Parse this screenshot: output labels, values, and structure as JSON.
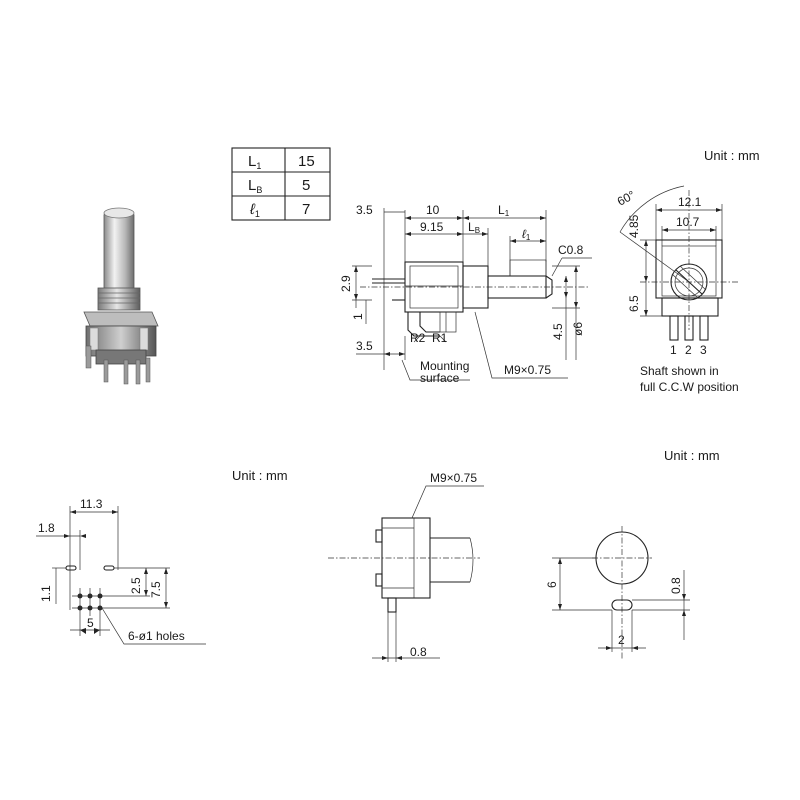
{
  "table": {
    "rows": [
      {
        "key": "L",
        "sub": "1",
        "value": "15"
      },
      {
        "key": "L",
        "sub": "B",
        "value": "5"
      },
      {
        "key": "ℓ",
        "sub": "1",
        "value": "7"
      }
    ]
  },
  "unit_labels": {
    "top_right": "Unit : mm",
    "mid_left": "Unit : mm",
    "mid_right": "Unit : mm"
  },
  "side_view": {
    "dim_3_5_top": "3.5",
    "dim_10": "10",
    "dim_L1": "L",
    "dim_L1_sub": "1",
    "dim_9_15": "9.15",
    "dim_LB": "L",
    "dim_LB_sub": "B",
    "dim_l1": "ℓ",
    "dim_l1_sub": "1",
    "dim_c0_8": "C0.8",
    "dim_2_9": "2.9",
    "dim_1": "1",
    "dim_4_5": "4.5",
    "dim_phi6": "ø6",
    "dim_3_5_bottom": "3.5",
    "label_r2": "R2",
    "label_r1": "R1",
    "label_mounting_1": "Mounting",
    "label_mounting_2": "surface",
    "label_thread": "M9×0.75"
  },
  "front_view": {
    "angle": "60°",
    "dim_12_1": "12.1",
    "dim_10_7": "10.7",
    "dim_4_85": "4.85",
    "dim_6_5": "6.5",
    "pins": [
      "1",
      "2",
      "3"
    ],
    "note_line1": "Shaft shown in",
    "note_line2": "full C.C.W position"
  },
  "pcb_layout": {
    "dim_11_3": "11.3",
    "dim_1_8": "1.8",
    "dim_1_1": "1.1",
    "dim_2_5": "2.5",
    "dim_7_5": "7.5",
    "dim_5": "5",
    "label_holes": "6-ø1 holes"
  },
  "panel_cutout": {
    "label_thread": "M9×0.75",
    "dim_0_8": "0.8"
  },
  "hole_detail": {
    "dim_6": "6",
    "dim_0_8": "0.8",
    "dim_2": "2"
  }
}
